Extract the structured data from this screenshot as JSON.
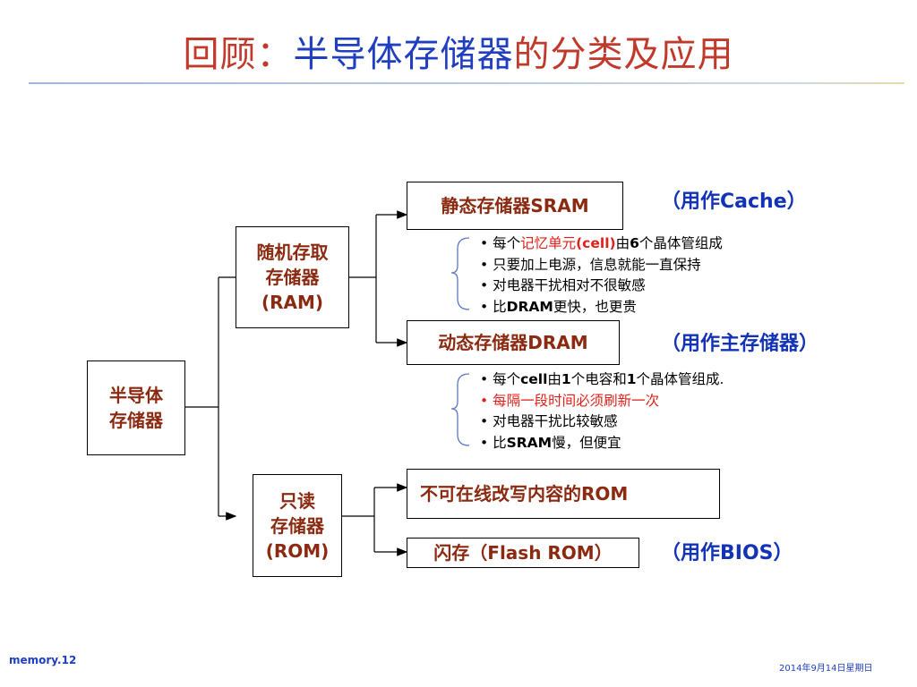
{
  "title": {
    "part1": "回顾：",
    "part2": "半导体存储器",
    "part3": "的分类及应用"
  },
  "boxes": {
    "root": [
      "半导体",
      "存储器"
    ],
    "ram": [
      "随机存取",
      "存储器",
      "(RAM)"
    ],
    "rom": [
      "只读",
      "存储器",
      "(ROM)"
    ],
    "sram": "静态存储器SRAM",
    "dram": "动态存储器DRAM",
    "rom_fixed": "不可在线改写内容的ROM",
    "flash": "闪存（Flash ROM）"
  },
  "notes": {
    "sram_use": "（用作Cache）",
    "dram_use": "（用作主存储器）",
    "flash_use": "（用作BIOS）"
  },
  "sram_bullets": {
    "b1a": "• 每个",
    "b1b": "记忆单元",
    "b1c": "(cell)",
    "b1d": "由",
    "b1e": "6",
    "b1f": "个晶体管组成",
    "b2": "• 只要加上电源，信息就能一直保持",
    "b3": "• 对电器干扰相对不很敏感",
    "b4a": "• 比",
    "b4b": "DRAM",
    "b4c": "更快，也更贵"
  },
  "dram_bullets": {
    "b1a": "• 每个",
    "b1b": "cell",
    "b1c": "由",
    "b1d": "1",
    "b1e": "个电容和",
    "b1f": "1",
    "b1g": "个晶体管组成.",
    "b2": "• 每隔一段时间必须刷新一次",
    "b3": "• 对电器干扰比较敏感",
    "b4a": "• 比",
    "b4b": "SRAM",
    "b4c": "慢，但便宜"
  },
  "footer": {
    "left": "memory.12",
    "right": "2014年9月14日星期日"
  },
  "colors": {
    "title_red": "#c0392b",
    "title_blue": "#1f3fbf",
    "box_text": "#8b2a10",
    "note_blue": "#1233b5",
    "highlight_red": "#e0201a"
  }
}
